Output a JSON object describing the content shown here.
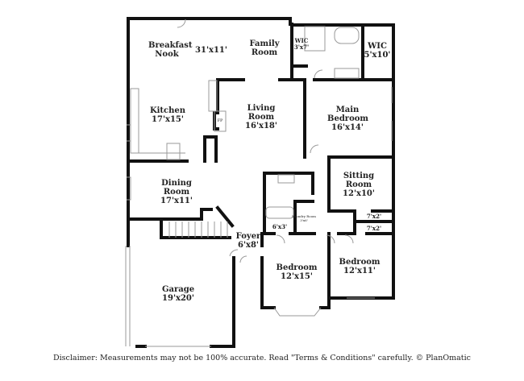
{
  "rooms": [
    {
      "name": "Breakfast Nook",
      "size": ""
    },
    {
      "name": "",
      "size": "31'x11'"
    },
    {
      "name": "Family Room",
      "size": ""
    },
    {
      "name": "WIC",
      "size": "3'x7'"
    },
    {
      "name": "WIC",
      "size": "5'x10'"
    },
    {
      "name": "Kitchen",
      "size": "17'x15'"
    },
    {
      "name": "Living Room",
      "size": "16'x18'"
    },
    {
      "name": "Main Bedroom",
      "size": "16'x14'"
    },
    {
      "name": "Dining Room",
      "size": "17'x11'"
    },
    {
      "name": "Sitting Room",
      "size": "12'x10'"
    },
    {
      "name": "Foyer",
      "size": "6'x8'"
    },
    {
      "name": "",
      "size": "6'x3'"
    },
    {
      "name": "Laundry Room",
      "size": "3'x6'"
    },
    {
      "name": "",
      "size": "7'x2'"
    },
    {
      "name": "",
      "size": "7'x2'"
    },
    {
      "name": "Bedroom",
      "size": "12'x15'"
    },
    {
      "name": "Bedroom",
      "size": "12'x11'"
    },
    {
      "name": "Garage",
      "size": "19'x20'"
    }
  ],
  "fireplace_label": "FP",
  "disclaimer": "Disclaimer: Measurements may not be 100% accurate. Read \"Terms & Conditions\" carefully. © PlanOmatic"
}
